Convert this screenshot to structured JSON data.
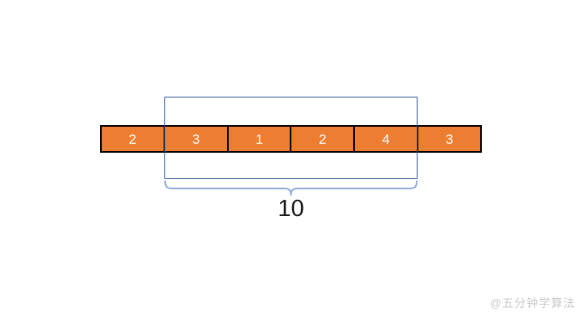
{
  "diagram": {
    "title_hint": "sliding window sum illustration",
    "array": {
      "values": [
        "2",
        "3",
        "1",
        "2",
        "4",
        "3"
      ],
      "window_start_index": 1,
      "window_end_index": 4
    },
    "window": {
      "sum_label": "10"
    },
    "watermark": "@五分钟学算法"
  },
  "colors": {
    "cell_fill": "#ED7D31",
    "cell_border": "#000000",
    "cell_text": "#FFFFFF",
    "window_border": "#2F5597",
    "brace": "#8EAADB",
    "sum_text": "#1A1A1A",
    "watermark_text": "#C9C9C9"
  }
}
